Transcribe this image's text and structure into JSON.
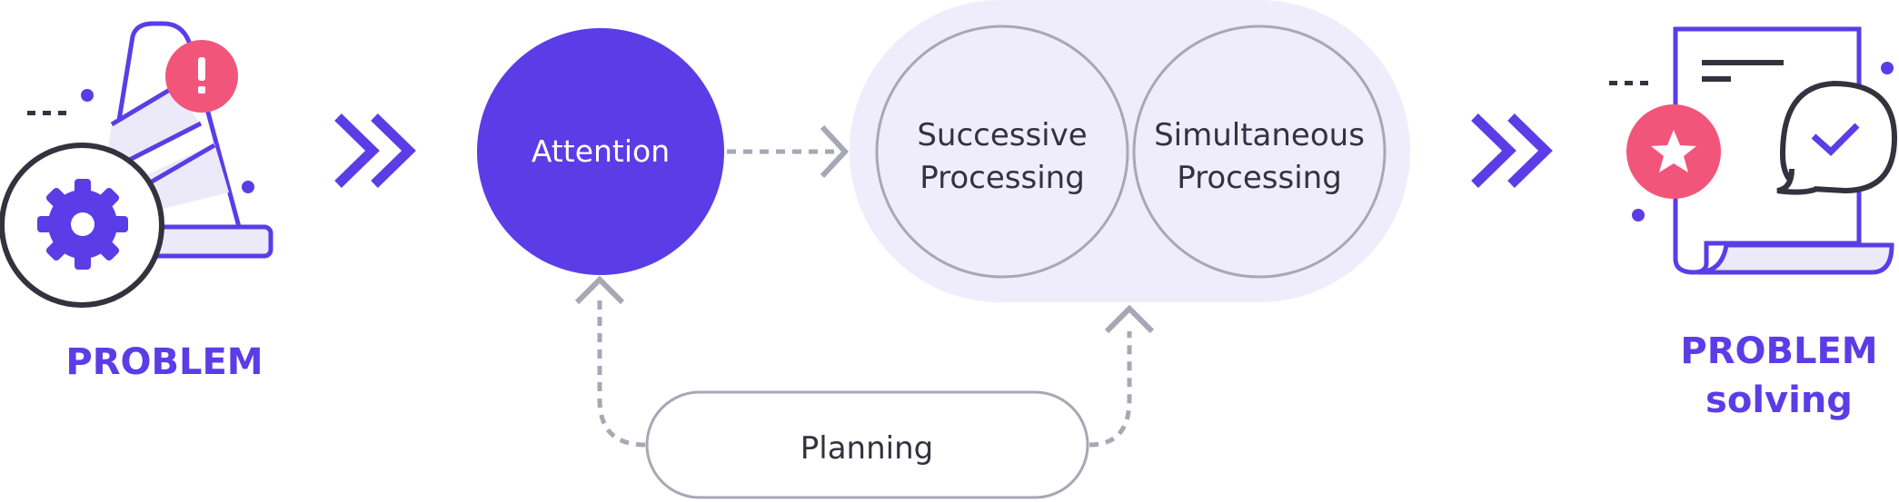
{
  "labels": {
    "problem": "PROBLEM",
    "problem_solving_line1": "PROBLEM",
    "problem_solving_line2": "solving",
    "attention": "Attention",
    "successive_line1": "Successive",
    "successive_line2": "Processing",
    "simultaneous_line1": "Simultaneous",
    "simultaneous_line2": "Processing",
    "planning": "Planning"
  },
  "icons": {
    "problem": "traffic-cone-with-gear-and-warning-icon",
    "warning_badge": "exclamation-mark-icon",
    "gear": "gear-icon",
    "arrow": "double-chevron-right-icon",
    "solution": "document-with-star-and-check-speech-bubble-icon"
  },
  "colors": {
    "accent": "#5a3de6",
    "warning": "#f2557a",
    "group_bg": "#efedfb",
    "outline_grey": "#9a98a6",
    "dark": "#33323e"
  }
}
